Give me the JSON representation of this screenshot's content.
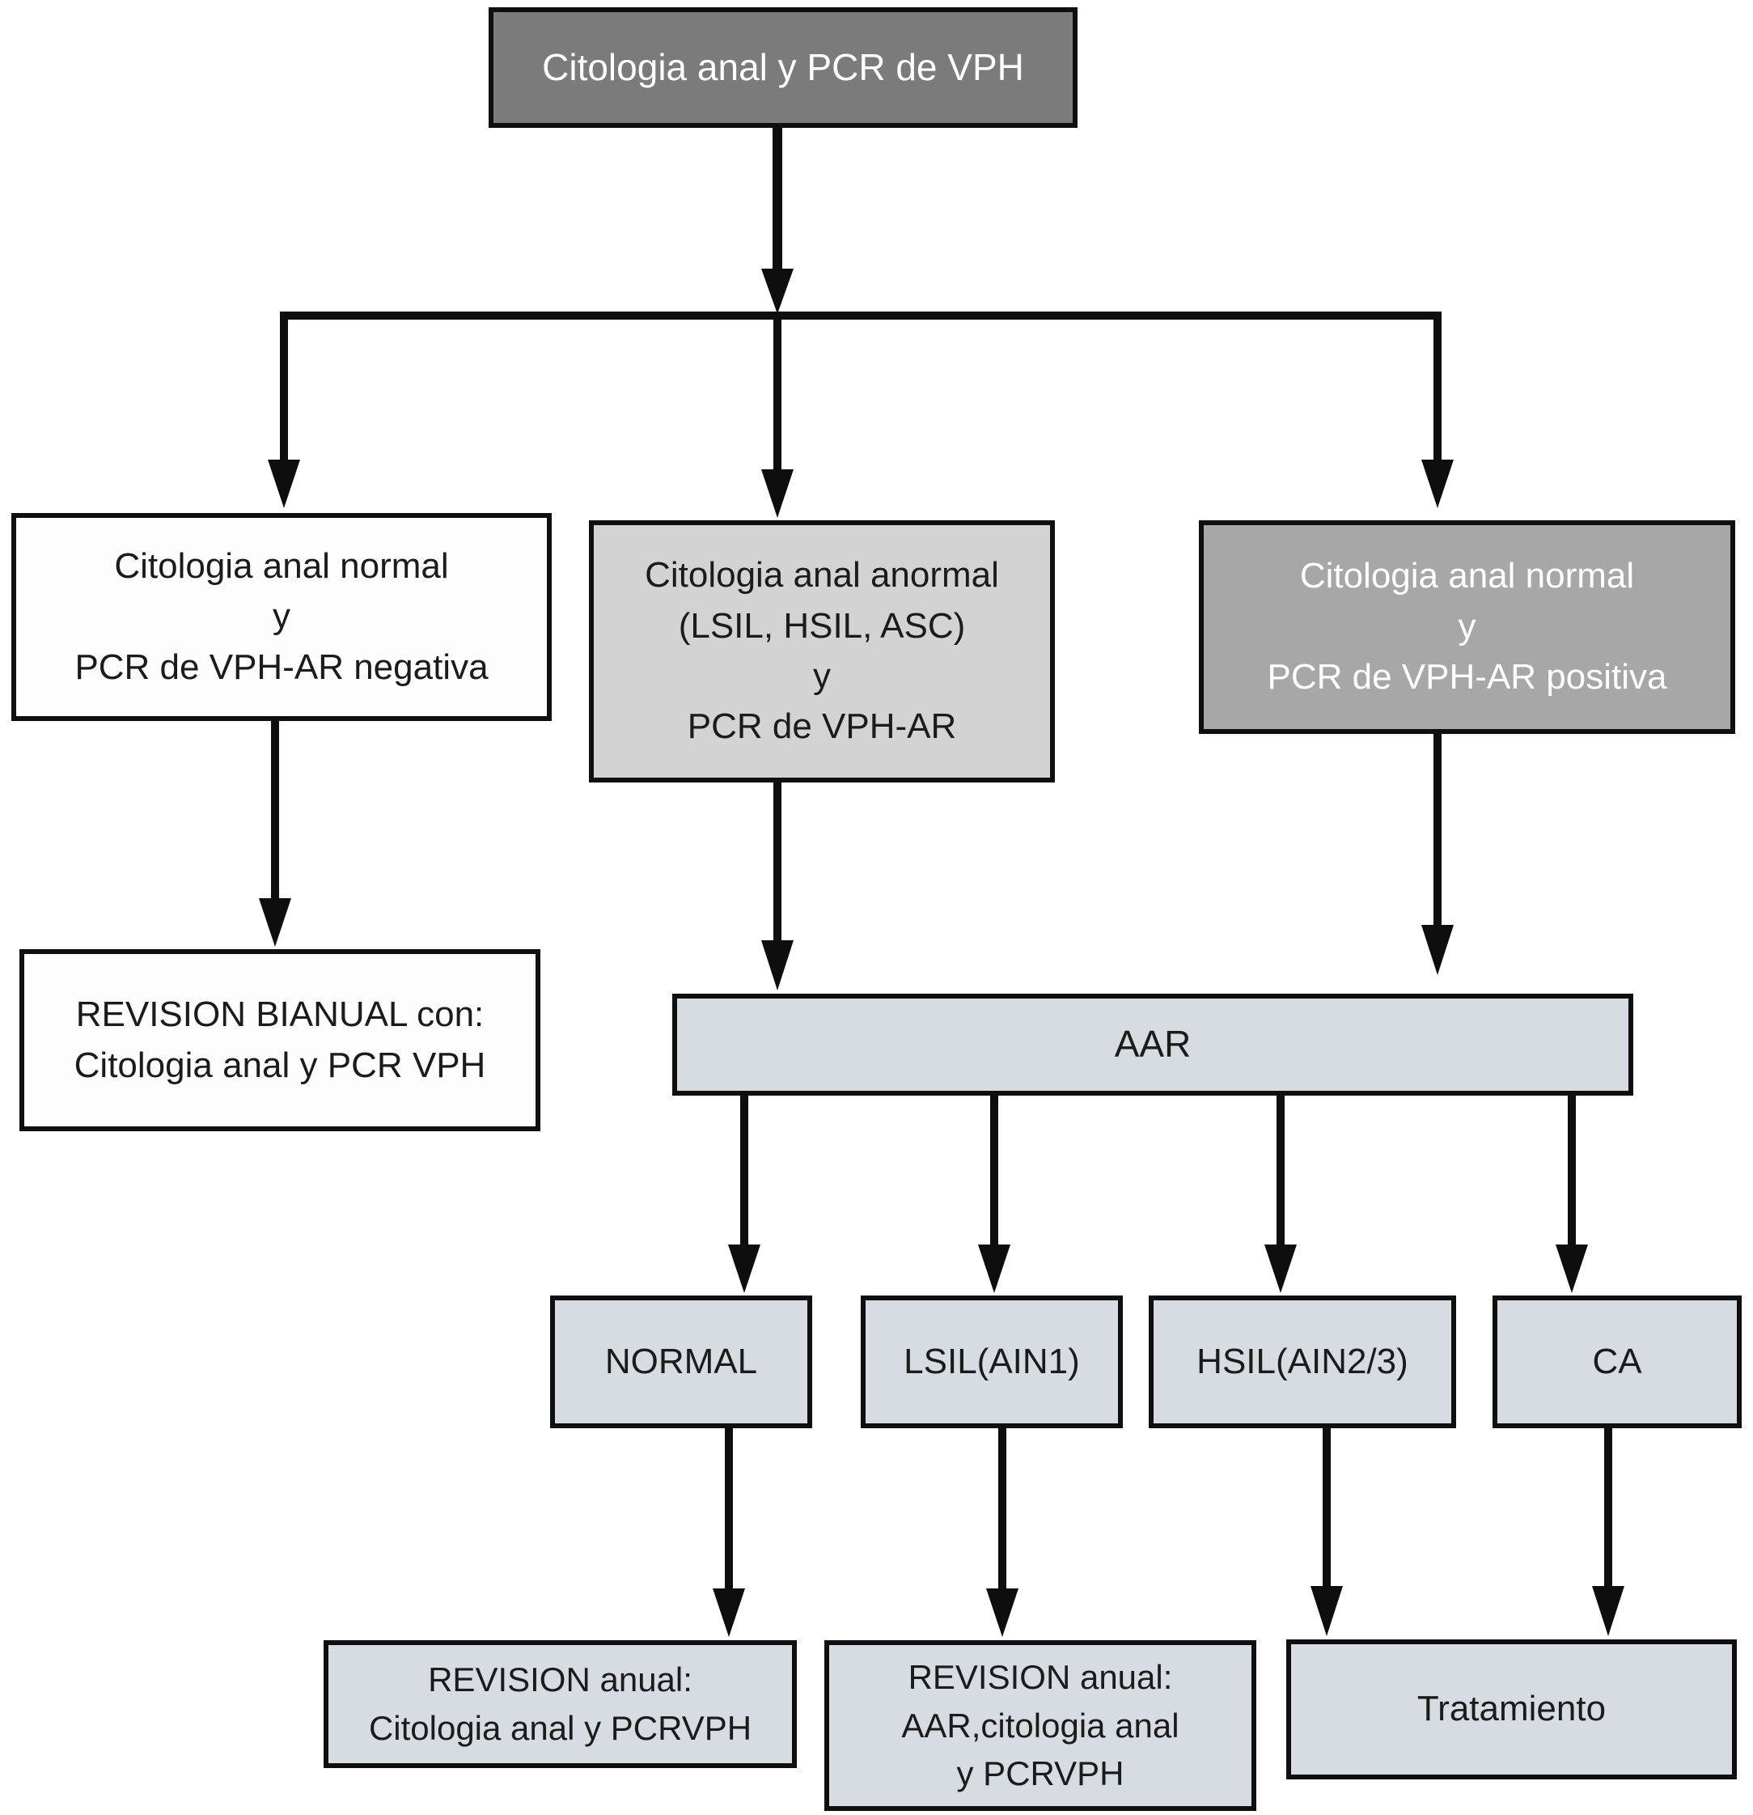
{
  "diagram": {
    "nodes": {
      "root": {
        "label": "Citologia anal y PCR de VPH"
      },
      "normal_negativa": {
        "label": "Citologia anal normal\ny\nPCR de VPH-AR negativa"
      },
      "anormal": {
        "label": "Citologia anal anormal\n(LSIL, HSIL, ASC)\ny\nPCR de VPH-AR"
      },
      "normal_positiva": {
        "label": "Citologia anal normal\ny\nPCR de VPH-AR positiva"
      },
      "revision_bianual": {
        "label": "REVISION BIANUAL con:\nCitologia anal y PCR VPH"
      },
      "aar": {
        "label": "AAR"
      },
      "aar_normal": {
        "label": "NORMAL"
      },
      "aar_lsil": {
        "label": "LSIL(AIN1)"
      },
      "aar_hsil": {
        "label": "HSIL(AIN2/3)"
      },
      "aar_ca": {
        "label": "CA"
      },
      "revision_anual_citologia": {
        "label": "REVISION anual:\nCitologia anal y PCRVPH"
      },
      "revision_anual_aar": {
        "label": "REVISION anual:\nAAR,citologia anal\ny PCRVPH"
      },
      "tratamiento": {
        "label": "Tratamiento"
      }
    },
    "colors": {
      "root_fill": "#7b7b7b",
      "positiva_fill": "#a7a7a7",
      "anormal_fill": "#d3d3d3",
      "panel_fill": "#d7dbe2",
      "white_fill": "#fdfdfd",
      "line": "#0e0e0e",
      "text_dark": "#1b1b1b",
      "text_light": "#ffffff"
    }
  }
}
